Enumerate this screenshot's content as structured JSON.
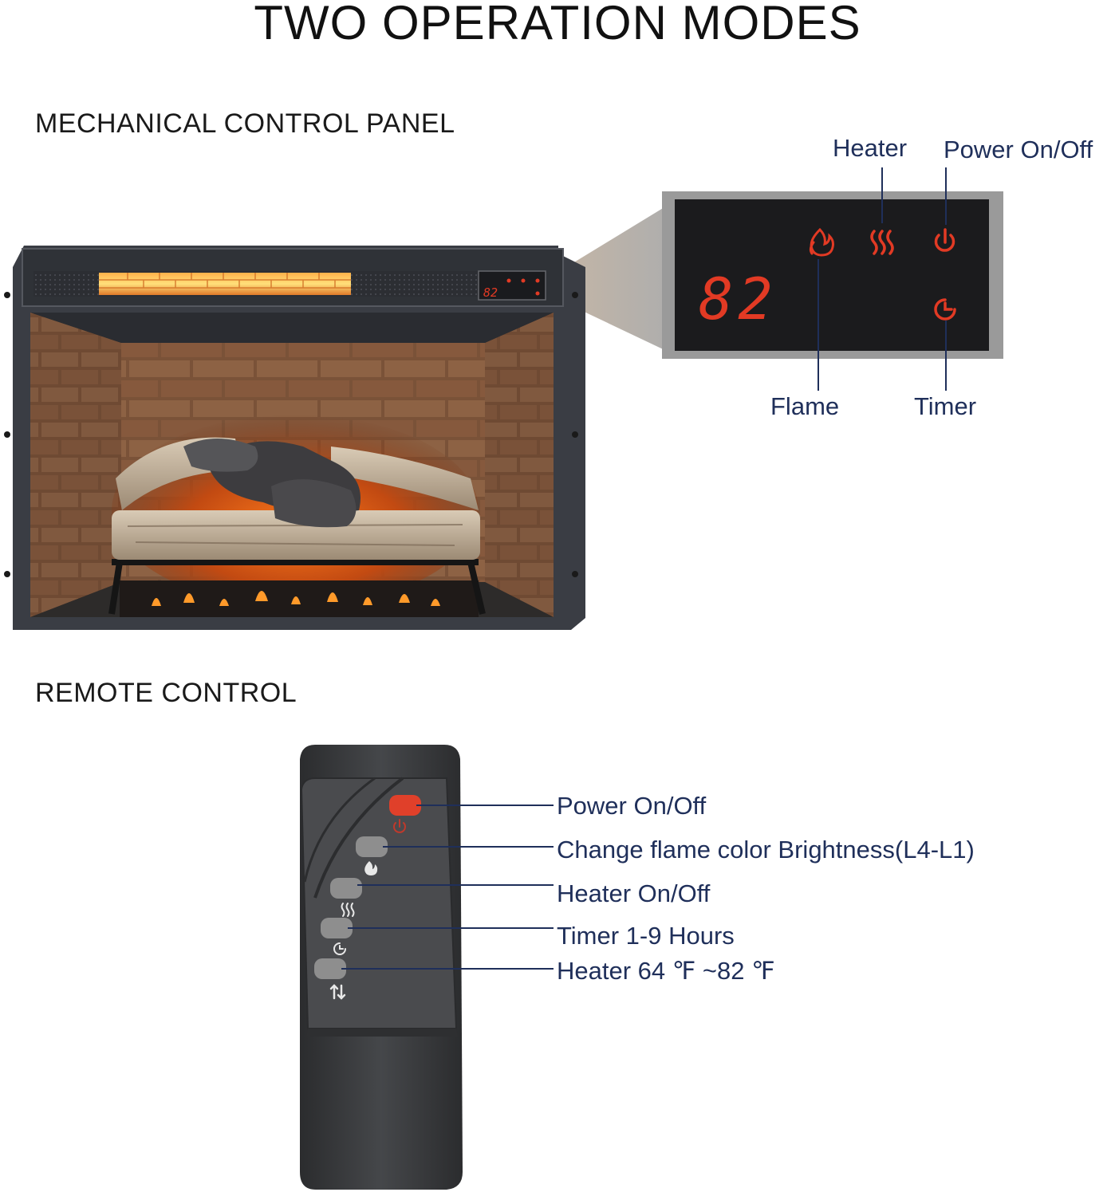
{
  "title": "TWO OPERATION MODES",
  "sections": {
    "mechanical": "MECHANICAL CONTROL PANEL",
    "remote": "REMOTE CONTROL"
  },
  "control_panel": {
    "display_value": "82",
    "mini_display_value": "82",
    "labels": {
      "heater": "Heater",
      "power": "Power On/Off",
      "flame": "Flame",
      "timer": "Timer"
    },
    "icons": [
      "flame-icon",
      "heater-icon",
      "power-icon",
      "timer-icon"
    ],
    "accent_color": "#e23a24"
  },
  "remote": {
    "buttons": [
      {
        "label": "Power On/Off",
        "icon": "power-icon",
        "color": "#e0402a"
      },
      {
        "label": "Change flame color Brightness(L4-L1)",
        "icon": "flame-icon",
        "color": "#8e8e8e"
      },
      {
        "label": "Heater On/Off",
        "icon": "heater-icon",
        "color": "#8e8e8e"
      },
      {
        "label": "Timer 1-9 Hours",
        "icon": "timer-icon",
        "color": "#8e8e8e"
      },
      {
        "label": "Heater 64 ℉ ~82 ℉",
        "icon": "updown-arrows-icon",
        "color": "#8e8e8e"
      }
    ]
  },
  "colors": {
    "callout_line": "#1f2f5a",
    "fireplace_frame": "#3a3d44",
    "brick": "#8a5a3c",
    "remote_body": "#3c3d3f"
  }
}
